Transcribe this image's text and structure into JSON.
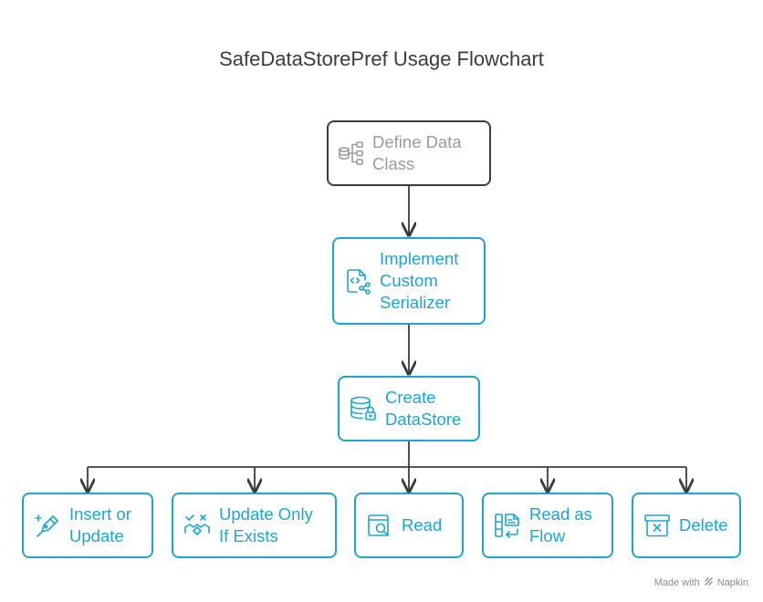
{
  "title": "SafeDataStorePref Usage Flowchart",
  "colors": {
    "accent": "#1ea5cf",
    "muted_border": "#3c3c3c",
    "muted_text": "#9a9a9a",
    "connector": "#3c3c3c"
  },
  "nodes": {
    "define": {
      "label": "Define Data Class",
      "icon": "data-tree-icon"
    },
    "serializer": {
      "label": "Implement Custom Serializer",
      "icon": "code-share-icon"
    },
    "datastore": {
      "label": "Create DataStore",
      "icon": "database-lock-icon"
    },
    "insert": {
      "label": "Insert or Update",
      "icon": "pen-plus-icon"
    },
    "update": {
      "label": "Update Only If Exists",
      "icon": "check-update-icon"
    },
    "read": {
      "label": "Read",
      "icon": "document-search-icon"
    },
    "flow": {
      "label": "Read as Flow",
      "icon": "flow-list-icon"
    },
    "delete": {
      "label": "Delete",
      "icon": "archive-delete-icon"
    }
  },
  "footer": {
    "made_with": "Made with",
    "brand": "Napkin"
  }
}
